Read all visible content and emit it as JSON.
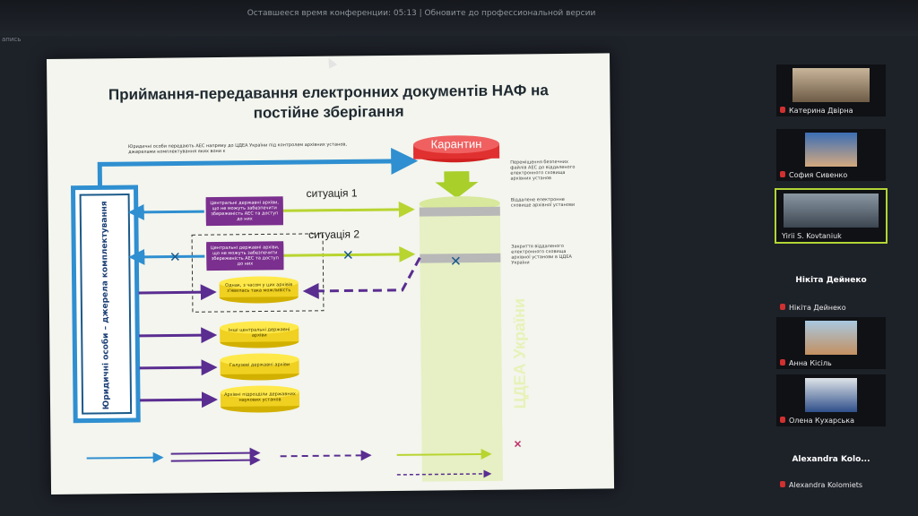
{
  "topbar": {
    "notice": "Оставшееся время конференции: 05:13 | Обновите до профессиональной версии",
    "left_fragment": "апись"
  },
  "slide": {
    "title_line1": "Приймання-передавання електронних документів НАФ на",
    "title_line2": "постійне зберігання",
    "top_note_line1": "Юридичні особи передають АЕС напряму до ЦДЕА України під контролем архівних установ,",
    "top_note_line2": "джерелами комплектування яких вони є",
    "quarantine": "Карантин",
    "situation1": "ситуація 1",
    "situation2": "ситуація 2",
    "box1": "Центральні державні архіви, що не можуть забезпечити збереженість АЕС та доступ до них",
    "box2": "Центральні державні архіви, що не можуть забезпечити збереженість АЕС та доступ до них",
    "disk_dashed": "Однак, з часом у цих архівів з'явилась така можливість",
    "disk2": "Інші центральні державні архіви",
    "disk3": "Галузеві державні архіви",
    "disk4": "Архівні підрозділи державних наукових установ",
    "left_vertical": "Юридичні особи – джерела комплектування",
    "cdea_vertical": "ЦДЕА України",
    "right_note1": "Переміщення безпечних файлів АЕС до віддаленого електронного сховища архівних установ",
    "right_note2": "Віддалене електронне сховище архівної установи",
    "right_note3": "Закриття віддаленого електронного сховища архівної установи в ЦДЕА України"
  },
  "participants": [
    {
      "name": "Катерина Двірна",
      "active": false,
      "muted": true
    },
    {
      "name": "София Сивенко",
      "active": false,
      "muted": true
    },
    {
      "name": "Yirii S. Kovtaniuk",
      "active": true,
      "muted": false
    },
    {
      "name": "Нікіта Дейнеко",
      "title": "Нікіта Дейнеко",
      "muted": true
    },
    {
      "name": "Анна Кісіль",
      "muted": true
    },
    {
      "name": "Олена Кухарська",
      "muted": true
    },
    {
      "name": "Alexandra Kolomiets",
      "title": "Alexandra Kolo...",
      "muted": true
    }
  ],
  "colors": {
    "accent": "#b2d536",
    "arrow_blue": "#2f8fd0",
    "arrow_green": "#b8d430",
    "arrow_purple": "#5a2d91"
  }
}
